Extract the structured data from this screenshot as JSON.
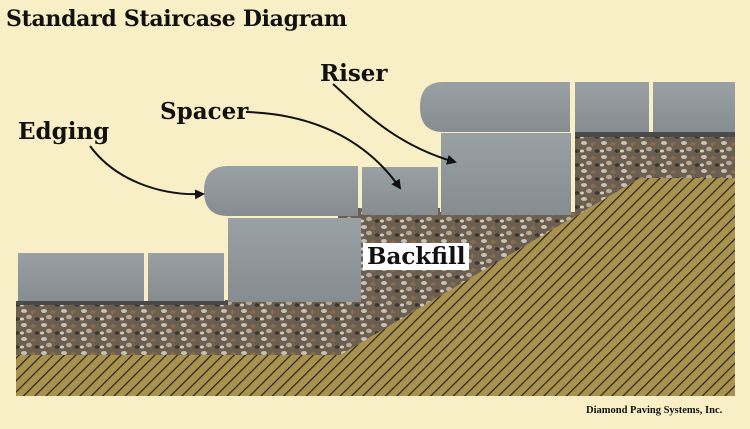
{
  "diagram": {
    "title": "Standard Staircase Diagram",
    "labels": {
      "edging": "Edging",
      "spacer": "Spacer",
      "riser": "Riser",
      "backfill": "Backfill"
    },
    "credit": "Diamond Paving Systems, Inc."
  },
  "colors": {
    "background": "#f8efc6",
    "stone": "#8f979b",
    "gravel": "#6b5f52",
    "soil": "#a8924f",
    "soil_hatch": "#2b2416",
    "base_line": "#4a4a4a"
  }
}
